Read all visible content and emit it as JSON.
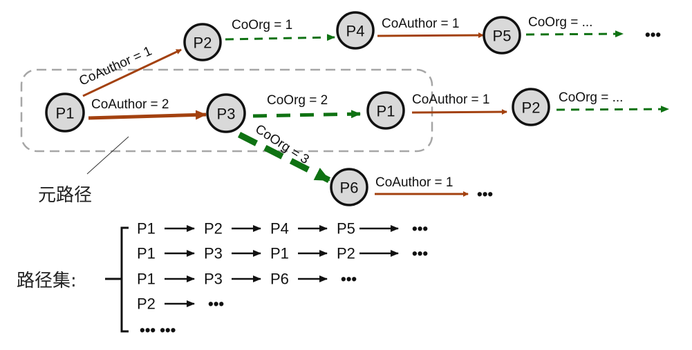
{
  "colors": {
    "coauthor": "#a3410f",
    "coorg": "#0f7213",
    "node_fill": "#d9d9d9",
    "box": "#a6a6a6",
    "path_arrow": "#111111"
  },
  "nodes": [
    {
      "id": "n-p1a",
      "label": "P1"
    },
    {
      "id": "n-p2a",
      "label": "P2"
    },
    {
      "id": "n-p4",
      "label": "P4"
    },
    {
      "id": "n-p5",
      "label": "P5"
    },
    {
      "id": "n-p3",
      "label": "P3"
    },
    {
      "id": "n-p1b",
      "label": "P1"
    },
    {
      "id": "n-p2b",
      "label": "P2"
    },
    {
      "id": "n-p6",
      "label": "P6"
    }
  ],
  "edges": [
    {
      "from": "n-p1a",
      "to": "n-p2a",
      "type": "coauthor",
      "label": "CoAuthor = 1",
      "weight": 1
    },
    {
      "from": "n-p1a",
      "to": "n-p3",
      "type": "coauthor",
      "label": "CoAuthor  = 2",
      "weight": 2
    },
    {
      "from": "n-p2a",
      "to": "n-p4",
      "type": "coorg",
      "label": "CoOrg = 1",
      "weight": 1
    },
    {
      "from": "n-p4",
      "to": "n-p5",
      "type": "coauthor",
      "label": "CoAuthor = 1",
      "weight": 1
    },
    {
      "from": "n-p5",
      "to": "end-top",
      "type": "coorg",
      "label": "CoOrg = ...",
      "weight": 1
    },
    {
      "from": "n-p3",
      "to": "n-p1b",
      "type": "coorg",
      "label": "CoOrg = 2",
      "weight": 2
    },
    {
      "from": "n-p1b",
      "to": "n-p2b",
      "type": "coauthor",
      "label": "CoAuthor = 1",
      "weight": 1
    },
    {
      "from": "n-p2b",
      "to": "end-mid",
      "type": "coorg",
      "label": "CoOrg = ...",
      "weight": 1
    },
    {
      "from": "n-p3",
      "to": "n-p6",
      "type": "coorg",
      "label": "CoOrg = 3",
      "weight": 3
    },
    {
      "from": "n-p6",
      "to": "end-bot",
      "type": "coauthor",
      "label": "CoAuthor = 1",
      "weight": 1
    }
  ],
  "ellipsis": "•••",
  "meta_path_label": "元路径",
  "path_set": {
    "label": "路径集:",
    "rows": [
      [
        "P1",
        "P2",
        "P4",
        "P5",
        "•••"
      ],
      [
        "P1",
        "P3",
        "P1",
        "P2",
        "•••"
      ],
      [
        "P1",
        "P3",
        "P6",
        "•••"
      ],
      [
        "P2",
        "•••"
      ],
      [
        "••• •••"
      ]
    ]
  }
}
